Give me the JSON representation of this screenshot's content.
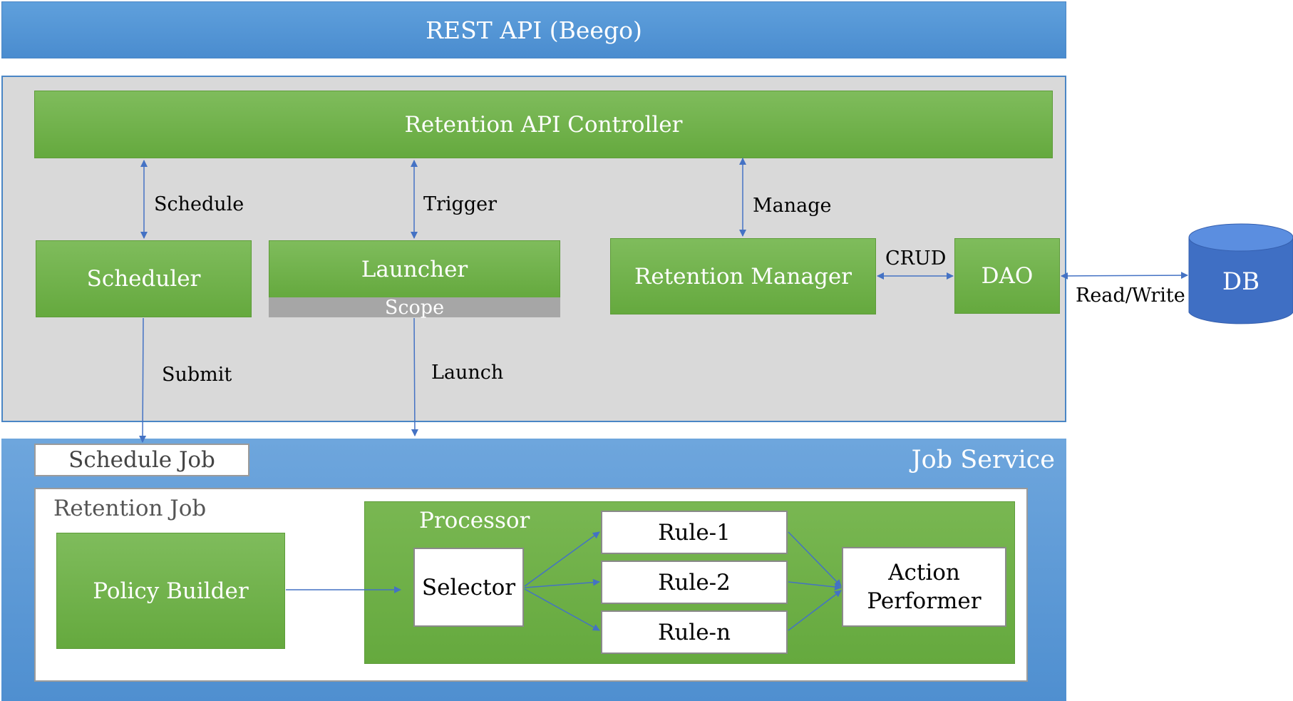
{
  "top_bar": {
    "label": "REST API (Beego)"
  },
  "controller": {
    "label": "Retention API Controller"
  },
  "scheduler": {
    "label": "Scheduler"
  },
  "launcher": {
    "label": "Launcher",
    "scope": "Scope"
  },
  "manager": {
    "label": "Retention Manager"
  },
  "dao": {
    "label": "DAO"
  },
  "db": {
    "label": "DB"
  },
  "edges": {
    "schedule": "Schedule",
    "trigger": "Trigger",
    "manage": "Manage",
    "crud": "CRUD",
    "read_write": "Read/Write",
    "submit": "Submit",
    "launch": "Launch"
  },
  "job_service": {
    "title": "Job Service",
    "schedule_job": "Schedule Job",
    "retention_job": "Retention Job",
    "policy_builder": "Policy Builder",
    "processor": "Processor",
    "selector": "Selector",
    "rules": [
      "Rule-1",
      "Rule-2",
      "Rule-n"
    ],
    "action_performer": "Action Performer"
  },
  "colors": {
    "blue": "#4a8ccf",
    "green": "#6aad44",
    "gray": "#d9d9d9",
    "arrow": "#4472c4"
  }
}
